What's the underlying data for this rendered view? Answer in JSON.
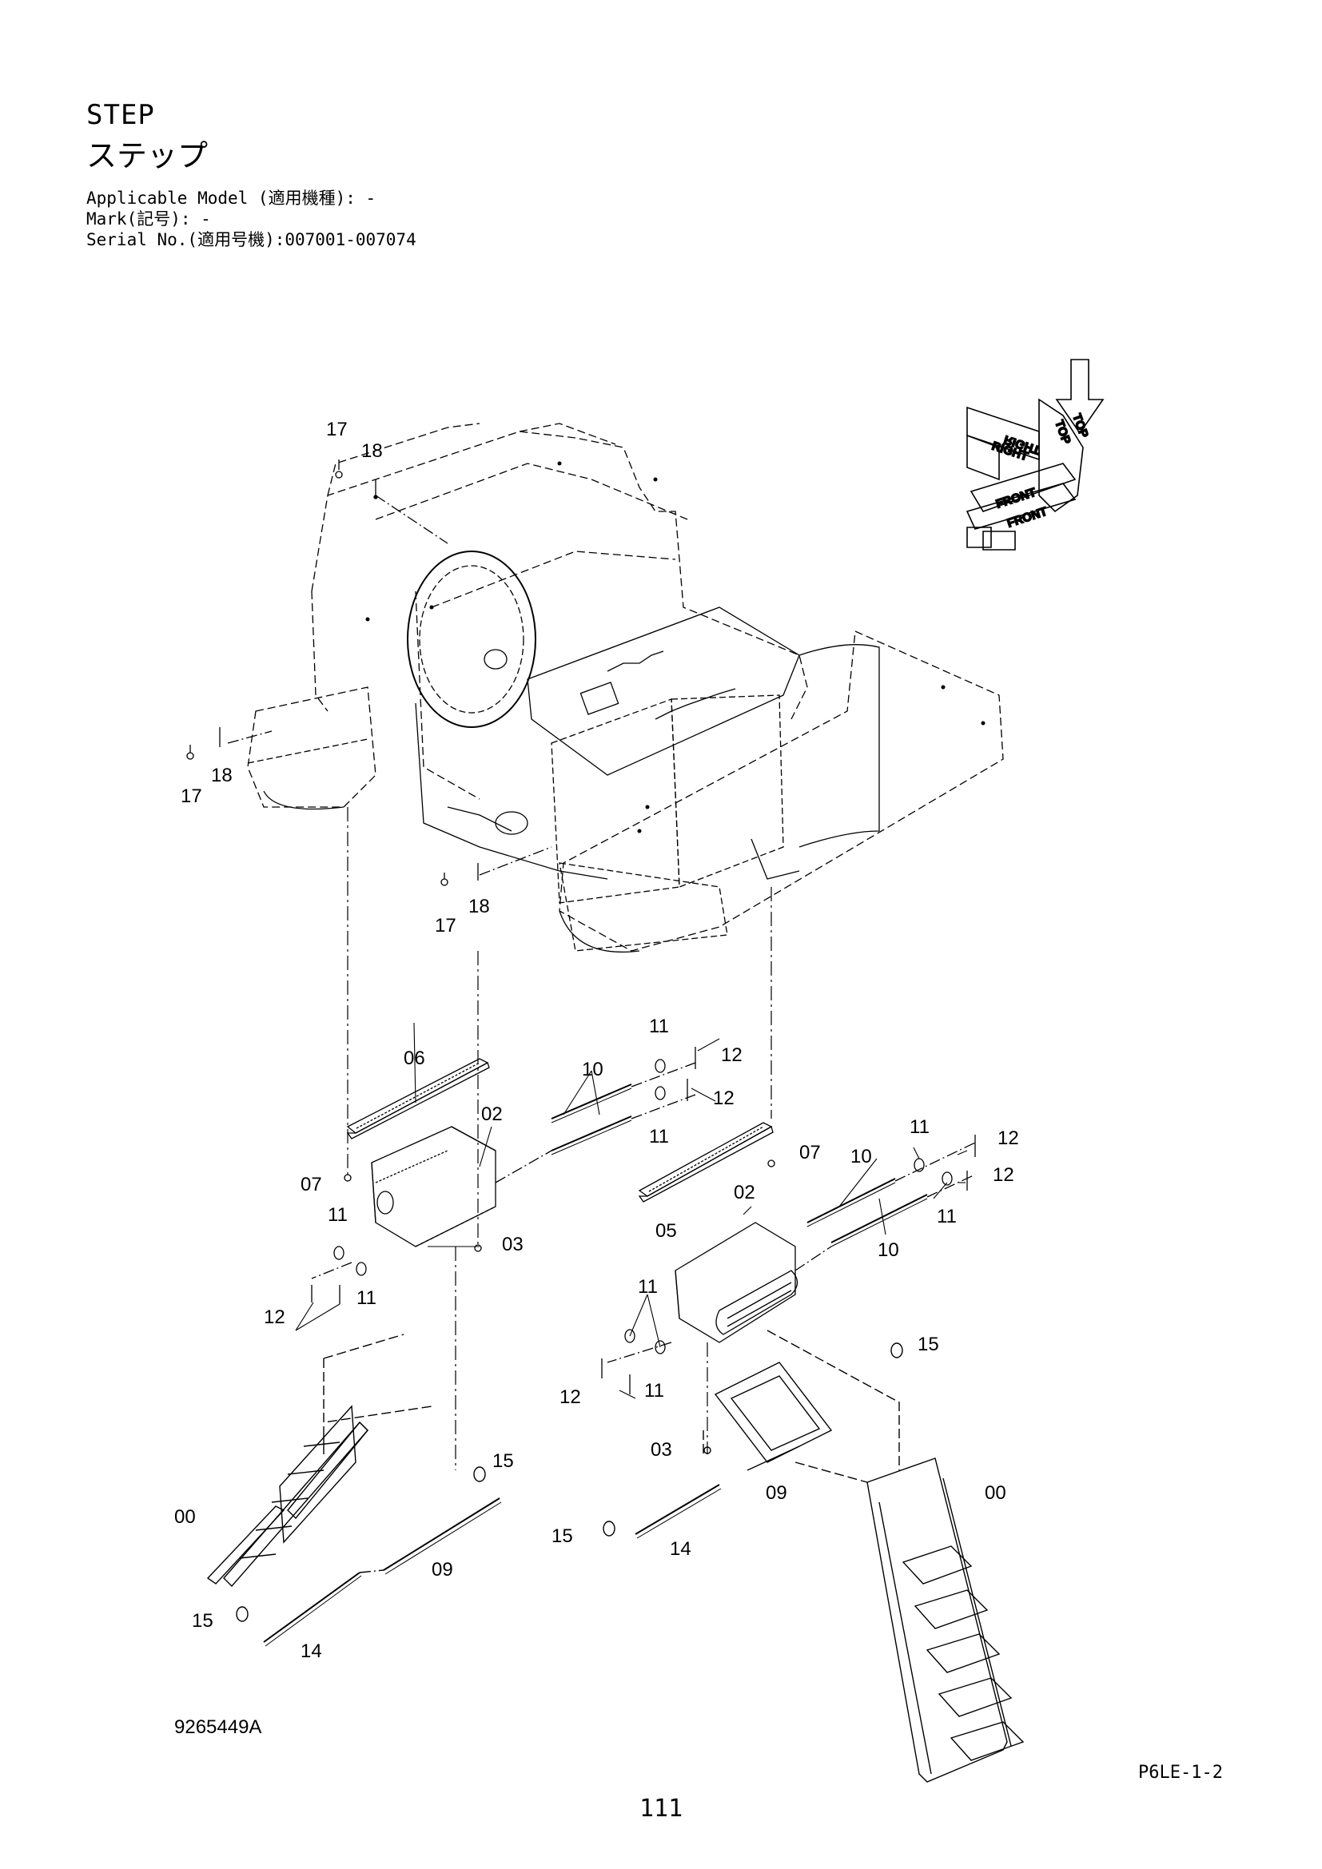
{
  "header": {
    "title_en": "STEP",
    "title_jp": "ステップ",
    "applicable_model": "Applicable Model (適用機種): -",
    "mark": "Mark(記号): -",
    "serial_no": "Serial No.(適用号機):007001-007074"
  },
  "orientation": {
    "top": "TOP",
    "right": "RIGHT",
    "front": "FRONT"
  },
  "callouts": [
    "17",
    "18",
    "17",
    "18",
    "17",
    "18",
    "06",
    "10",
    "11",
    "12",
    "12",
    "11",
    "02",
    "07",
    "11",
    "03",
    "12",
    "11",
    "07",
    "10",
    "11",
    "12",
    "12",
    "11",
    "10",
    "02",
    "05",
    "11",
    "12",
    "11",
    "15",
    "03",
    "09",
    "00",
    "15",
    "00",
    "15",
    "09",
    "15",
    "14",
    "14"
  ],
  "footer": {
    "drawing_number": "9265449A",
    "page_code": "P6LE-1-2",
    "page_number": "111"
  }
}
